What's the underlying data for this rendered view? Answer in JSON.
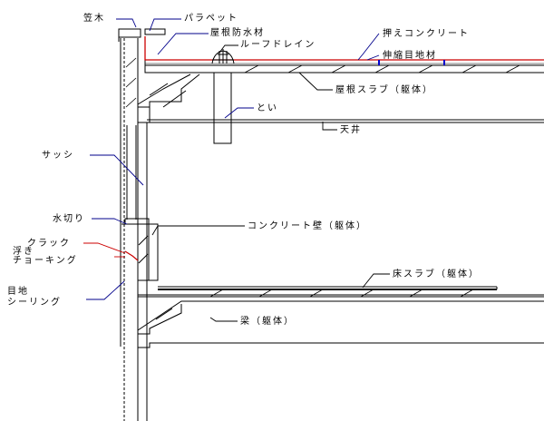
{
  "labels": {
    "kasagi": "笠木",
    "parapet": "パラペット",
    "roof_waterproof": "屋根防水材",
    "roof_drain": "ルーフドレイン",
    "press_concrete": "押えコンクリート",
    "expansion_joint": "伸縮目地材",
    "roof_slab": "屋根スラブ（躯体）",
    "toi": "とい",
    "ceiling": "天井",
    "sash": "サッシ",
    "mizukiri": "水切り",
    "concrete_wall": "コンクリート壁（躯体）",
    "crack": "クラック",
    "uki": "浮き",
    "chalking": "チョーキング",
    "floor_slab": "床スラブ（躯体）",
    "mejii": "目地",
    "sealing": "シーリング",
    "beam": "梁（躯体）"
  },
  "colors": {
    "line": "#000000",
    "leader_blue": "#00008b",
    "waterproof_red": "#cc0000",
    "joint_blue": "#0000cc"
  }
}
